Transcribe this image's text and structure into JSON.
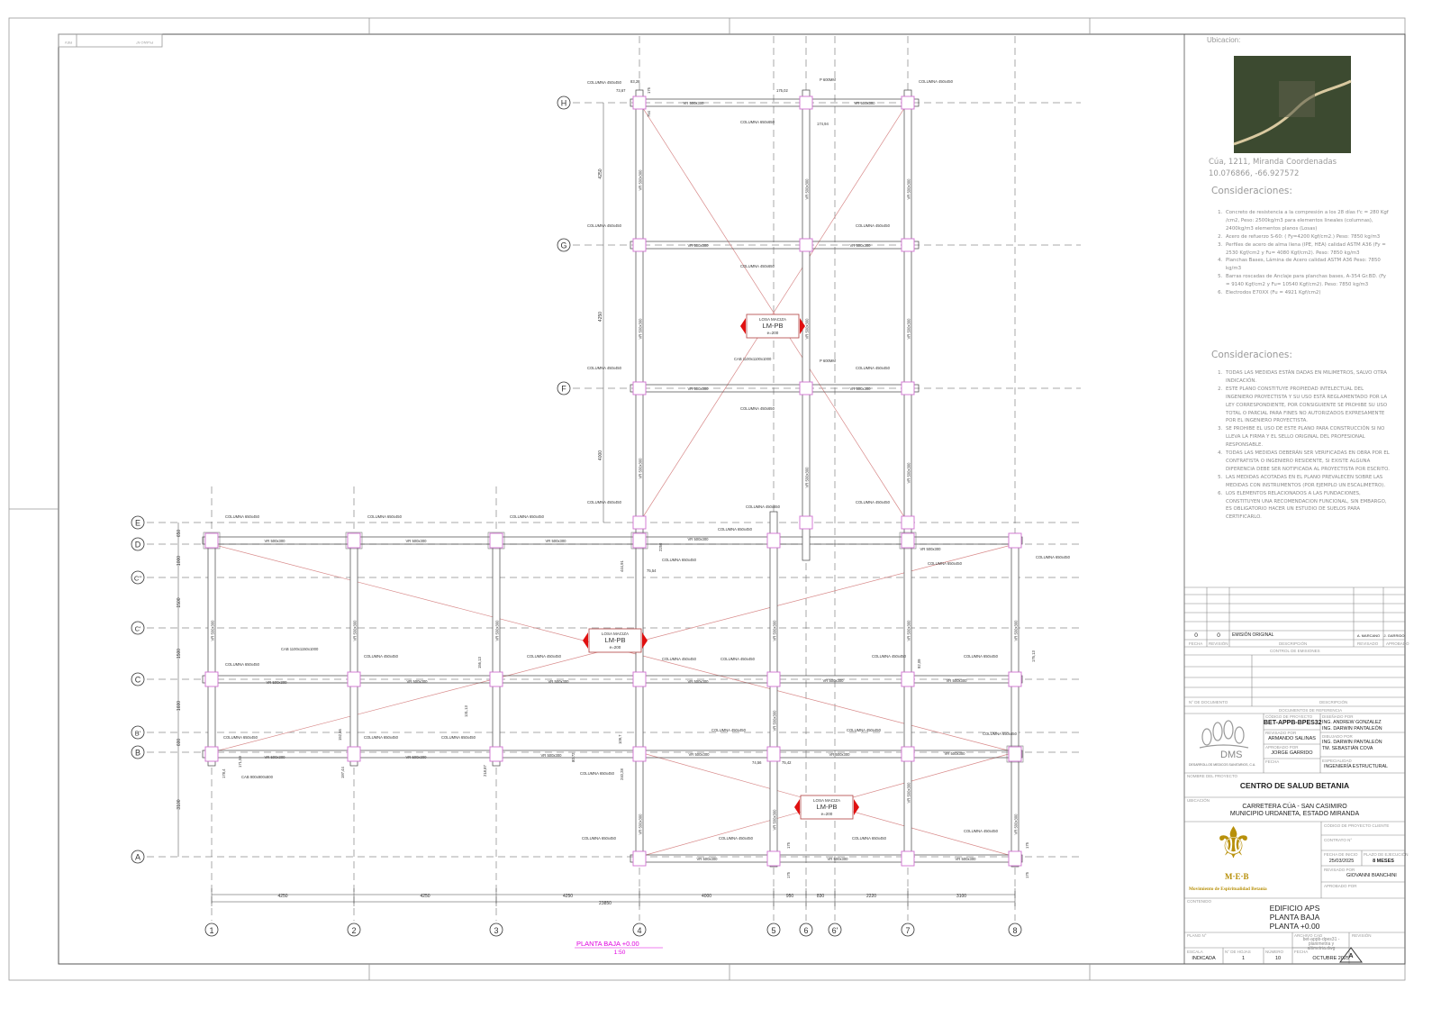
{
  "sheet": {
    "top_left_labels": [
      "REV",
      "PLANO N°"
    ]
  },
  "plan": {
    "title": "PLANTA BAJA +0.00",
    "scale": "1:50",
    "grid_x": [
      "1",
      "2",
      "3",
      "4",
      "5",
      "6",
      "6'",
      "7",
      "8"
    ],
    "grid_y": [
      "H",
      "G",
      "F",
      "E",
      "D",
      "C''",
      "C'",
      "C",
      "B'",
      "B",
      "A"
    ],
    "dims_bottom": [
      "4250",
      "4250",
      "4250",
      "4000",
      "950",
      "830",
      "2220",
      "3100"
    ],
    "dim_total": "23850",
    "dims_left_upper": [
      "4250",
      "4250",
      "4000"
    ],
    "dims_left_lower": [
      "650",
      "1000",
      "1500",
      "1500",
      "1600",
      "600",
      "3100"
    ],
    "beam_label": "VR 500x300",
    "slab": {
      "line1": "LOSA MACIZA",
      "line2": "LM-PB",
      "line3": "e=200"
    },
    "annotations": [
      "COLUMNA 450x450",
      "83,28",
      "73,67",
      "175",
      "175,02",
      "P 600MM",
      "COLUMNA 650x650",
      "174,94",
      "754",
      "COLUMNA 450x450",
      "COLUMNA 450x450",
      "COLUMNA 450x450",
      "COLUMNA 450x650",
      "CAB 1100x1100x1000",
      "P 600MM",
      "COLUMNA 450x450",
      "COLUMNA 450x450",
      "COLUMNA 450x650",
      "COLUMNA 450x450",
      "COLUMNA 450x450",
      "COLUMNA 450x650",
      "COLUMNA 650x450",
      "COLUMNA 650x450",
      "COLUMNA 650x450",
      "COLUMNA 650x450",
      "COLUMNA 650x450",
      "COLUMNA 650x450",
      "COLUMNA 650x450",
      "2250",
      "444,91",
      "75,54",
      "CAB 1100x1150x1000",
      "COLUMNA 650x450",
      "COLUMNA 450x450",
      "COLUMNA 450x450",
      "COLUMNA 450x450",
      "COLUMNA 450x450",
      "COLUMNA 450x450",
      "COLUMNA 650x450",
      "156,13",
      "92,09",
      "176,13",
      "131,13",
      "COLUMNA 650x450",
      "COLUMNA 650x450",
      "COLUMNA 650x450",
      "COLUMNA 450x450",
      "COLUMNA 450x450",
      "COLUMNA 650x450",
      "152,56",
      "109,7",
      "80,72",
      "171,59",
      "178,4",
      "197,44",
      "218,87",
      "240,28",
      "74,56",
      "75,42",
      "COLUMNA 650x450",
      "CAB 900x900x800",
      "COLUMNA 650x450",
      "COLUMNA 450x450",
      "COLUMNA 650x450",
      "COLUMNA 450x450",
      "175",
      "175",
      "175",
      "175"
    ]
  },
  "sidebar": {
    "location_heading": "Ubicacion:",
    "address_line1": "Cúa, 1211, Miranda Coordenadas",
    "address_line2": "10.076866, -66.927572",
    "notes1_title": "Consideraciones:",
    "notes1": [
      "Concreto de resistencia a la compresión a los 28 días f'c = 280 Kgf /cm2, Peso: 2500kg/m3 para elementos lineales (columnas), 2400kg/m3 elementos planos (Losas)",
      "Acero de refuerzo S-60: ( Fy=4200 Kgf/cm2.)  Peso: 7850 kg/m3",
      "Perfiles de acero de alma llena (IPE, HEA) calidad ASTM A36 (Fy = 2530 Kgf/cm2 y Fu= 4080 Kgf/cm2). Peso: 7850 kg/m3",
      "Planchas Bases, Lámina de Acero calidad ASTM A36 Peso: 7850 kg/m3",
      "Barras roscadas de Anclaje para planchas bases, A-354 Gr.BD. (Fy = 9140 Kgf/cm2 y Fu= 10540 Kgf/cm2). Peso: 7850 kg/m3",
      "Electrodos E70XX (Fu = 4921 Kgf/cm2)"
    ],
    "notes2_title": "Consideraciones:",
    "notes2": [
      "TODAS LAS MEDIDAS ESTÁN DADAS EN MILIMETROS, SALVO OTRA INDICACIÓN.",
      "ESTE PLANO CONSTITUYE PROPIEDAD INTELECTUAL DEL INGENIERO PROYECTISTA Y SU USO ESTÁ REGLAMENTADO POR LA LEY CORRESPONDIENTE, POR CONSIGUIENTE SE PROHIBE SU USO TOTAL O PARCIAL PARA FINES NO AUTORIZADOS EXPRESAMENTE POR EL INGENIERO PROYECTISTA.",
      "SE PROHIBE EL USO DE ESTE PLANO PARA CONSTRUCCIÓN SI NO LLEVA LA FIRMA Y EL SELLO ORIGINAL DEL PROFESIONAL RESPONSABLE.",
      "TODAS LAS MEDIDAS DEBERÁN SER VERIFICADAS EN OBRA POR EL CONTRATISTA O INGENIERO RESIDENTE, SI EXISTE ALGUNA DIFERENCIA DEBE SER NOTIFICADA AL PROYECTISTA POR ESCRITO.",
      "LAS MEDIDAS ACOTADAS EN EL PLANO PREVALECEN SOBRE LAS MEDIDAS CON INSTRUMENTOS (POR EJEMPLO UN ESCALIMETRO).",
      "LOS ELEMENTOS RELACIONADOS A LAS FUNDACIONES, CONSTITUYEN UNA RECOMENDACION FUNCIONAL, SIN EMBARGO, ES OBLIGATORIO HACER UN ESTUDIO DE SUELOS PARA CERTIFICARLO."
    ]
  },
  "title_block": {
    "emission": {
      "fecha": "0",
      "revision": "0",
      "descripcion": "EMISIÓN ORIGINAL",
      "revisado": "A. MARCANO",
      "aprobado": "J. GARRIDO"
    },
    "emission_headers": {
      "fecha": "FECHA",
      "revision": "REVISIÓN",
      "descripcion": "DESCRIPCIÓN",
      "revisado": "REVISADO",
      "aprobado": "APROBADO"
    },
    "emission_title": "CONTROL DE EMISIONES",
    "ref_headers": {
      "doc": "N° DE DOCUMENTO",
      "desc": "DESCRIPCIÓN"
    },
    "ref_title": "DOCUMENTOS DE REFERENCIA",
    "dms_logo": "DMS",
    "dms_company": "DESARROLLOS MEDICOS SANITARIOS, C.A.",
    "codigo_label": "CÓDIGO DE PROYECTO",
    "codigo": "BET-APPB-BPES32",
    "revisado_label": "REVISADO POR",
    "revisado": "ARMANDO SALINAS",
    "aprobado_label": "APROBADO POR",
    "aprobado": "JORGE GARRIDO",
    "fecha_label": "FECHA",
    "disenado_label": "DISEÑADO POR",
    "disenado": [
      "ING. ANDREW GONZALEZ",
      "ING. DARWIN PANTALEÓN"
    ],
    "dibujado_label": "DIBUJADO POR",
    "dibujado": [
      "ING. DARWIN PANTALEÓN",
      "TM. SEBASTIÁN COVA"
    ],
    "especialidad_label": "ESPECIALIDAD",
    "especialidad": "INGENIERÍA ESTRUCTURAL",
    "proyecto_label": "NOMBRE DEL PROYECTO",
    "proyecto": "CENTRO DE SALUD BETANIA",
    "ubicacion_label": "UBICACIÓN",
    "ubicacion": [
      "CARRETERA CÚA - SAN CASIMIRO",
      "MUNICIPIO URDANETA, ESTADO MIRANDA"
    ],
    "meb_logo": "M·E·B",
    "meb_name": "Movimiento de Espiritualidad Betania",
    "cliente_label": "CÓDIGO DE PROYECTO CLIENTE",
    "contrato_label": "CONTRATO N°",
    "inicio_label": "FECHA DE INICIO",
    "inicio": "25/03/2025",
    "plazo_label": "PLAZO DE EJECUCIÓN",
    "plazo": "8 MESES",
    "revisado2_label": "REVISADO POR",
    "revisado2": "GIOVANNI BIANCHINI",
    "aprobado2_label": "APROBADO POR",
    "contenido_label": "CONTENIDO",
    "contenido": [
      "EDIFICIO APS",
      "PLANTA BAJA",
      "PLANTA +0.00"
    ],
    "plano_label": "PLANO N°",
    "archivo_label": "ARCHIVO CAD",
    "archivo": "bet-appb-dpes31 - planimetria y altimetria.dwg",
    "revision_label": "REVISIÓN",
    "revision": "A",
    "escala_label": "ESCALA",
    "escala": "INDICADA",
    "hojas_label": "N° DE HOJAS",
    "hojas": "1",
    "numero_label": "NÚMERO",
    "numero": "10",
    "fecha2_label": "FECHA",
    "fecha2": "OCTUBRE 2025"
  },
  "colors": {
    "column": "#d070d0",
    "slab_diagonal": "#d88a8a",
    "slab_arrow": "#e01010",
    "title_magenta": "#e000e0",
    "line": "#333333",
    "meb_gold": "#b8900a"
  }
}
